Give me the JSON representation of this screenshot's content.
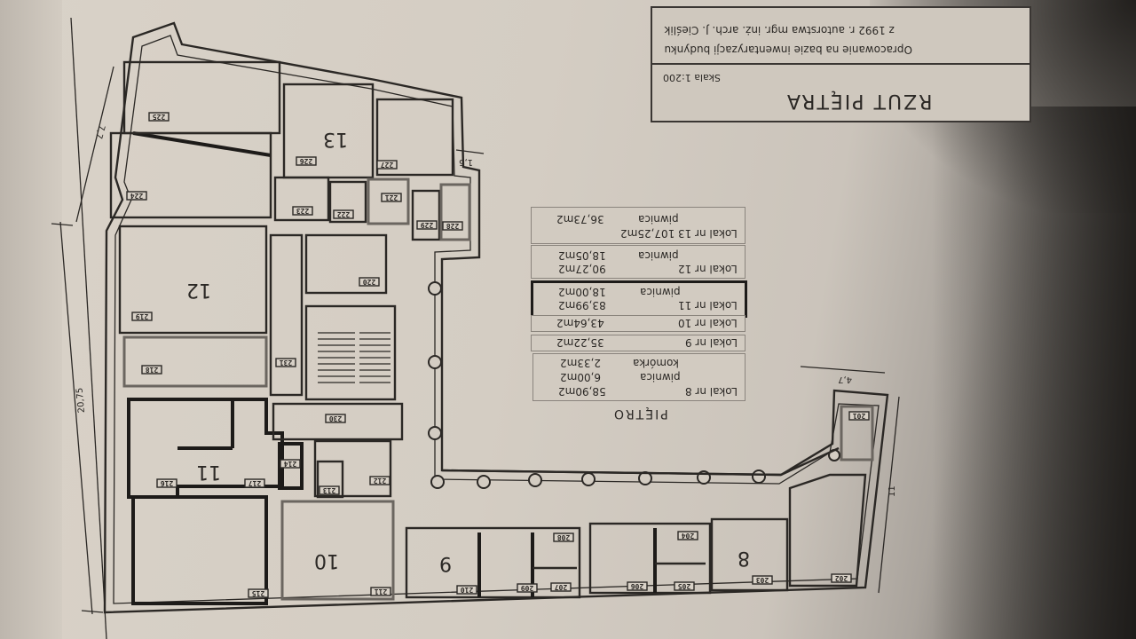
{
  "document": {
    "orientation": "rotated 180 degrees (upside down photo of printed plan)",
    "title": "RZUT PIĘTRA",
    "scale": "Skala 1:200",
    "note_line1": "Opracowanie na bazie inwentaryzacji budynku",
    "note_line2": "z 1992 r. autorstwa mgr. inż. arch. J. Cieślik"
  },
  "legend": {
    "heading": "PIĘTRO",
    "entries": [
      {
        "unit": "Lokal nr 8",
        "area": "58,90m2",
        "extras": [
          {
            "label": "piwnica",
            "area": "6,00m2"
          },
          {
            "label": "komórka",
            "area": "2,33m2"
          }
        ]
      },
      {
        "unit": "Lokal nr 9",
        "area": "35,22m2",
        "extras": []
      },
      {
        "unit": "Lokal nr 10",
        "area": "43,64m2",
        "extras": []
      },
      {
        "unit": "Lokal nr 11",
        "area": "83,99m2",
        "extras": [
          {
            "label": "piwnica",
            "area": "18,00m2"
          }
        ],
        "highlighted": true
      },
      {
        "unit": "Lokal nr 12",
        "area": "90,27m2",
        "extras": [
          {
            "label": "piwnica",
            "area": "18,05m2"
          }
        ]
      },
      {
        "unit": "Lokal nr 13",
        "area": "107,25m2",
        "extras": [
          {
            "label": "piwnica",
            "area": "36,73m2"
          }
        ]
      }
    ]
  },
  "plan": {
    "unit_labels": [
      "8",
      "9",
      "10",
      "11",
      "12",
      "13"
    ],
    "rooms": [
      "201",
      "202",
      "203",
      "204",
      "205",
      "206",
      "207",
      "208",
      "209",
      "210",
      "211",
      "212",
      "213",
      "214",
      "215",
      "216",
      "217",
      "218",
      "219",
      "220",
      "221",
      "222",
      "223",
      "224",
      "225",
      "226",
      "227",
      "228",
      "229",
      "230",
      "231"
    ],
    "dimensions": {
      "left_total": "20,75",
      "left_upper": "7,7",
      "top_small": "1,6",
      "wing_width": "4,7",
      "wing_length": "11"
    }
  },
  "colors": {
    "paper": "#d4cdc3",
    "ink": "#2b2825",
    "shadow": "#3b3835"
  }
}
